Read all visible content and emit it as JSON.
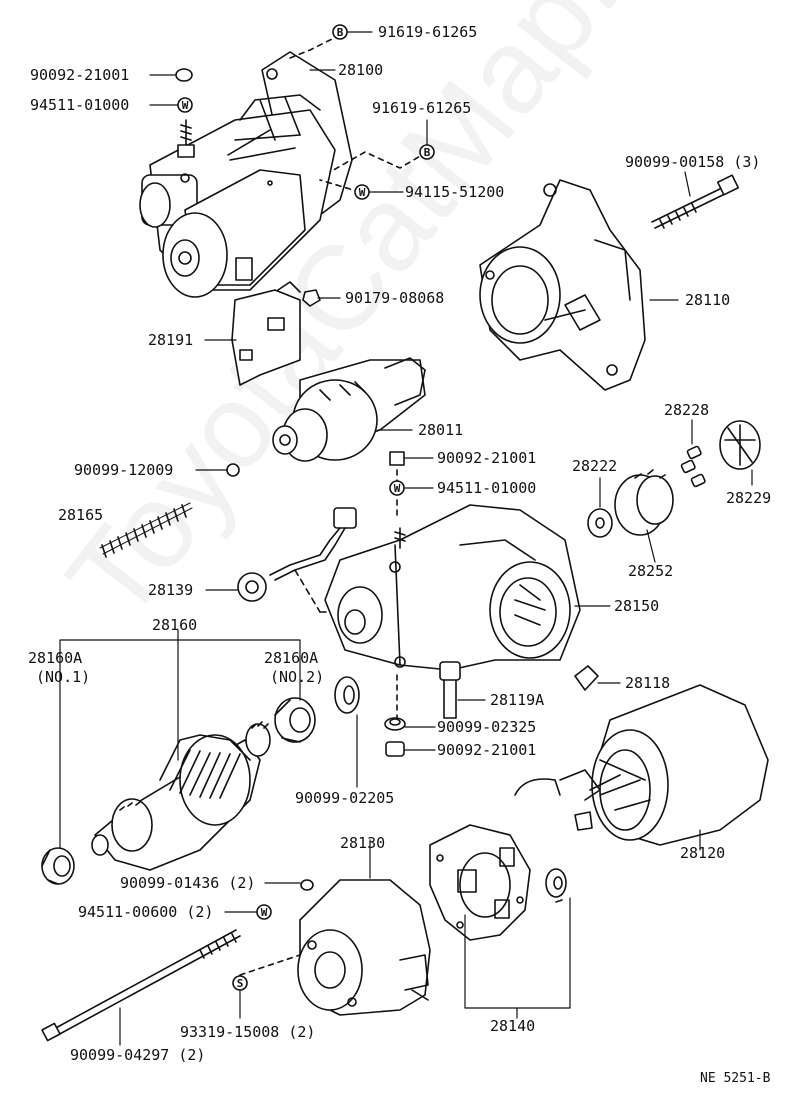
{
  "watermark": "ToyotaCatMap.ru",
  "footer_code": "NE 5251-B",
  "mark_letters": {
    "b": "B",
    "w": "W",
    "s": "S"
  },
  "labels": {
    "p91619_61265_top": "91619-61265",
    "p90092_21001_top": "90092-21001",
    "p28100": "28100",
    "p94511_01000_top": "94511-01000",
    "p91619_61265_mid": "91619-61265",
    "p90099_00158": "90099-00158 (3)",
    "p94115_51200": "94115-51200",
    "p28110": "28110",
    "p90179_08068": "90179-08068",
    "p28191": "28191",
    "p28011": "28011",
    "p28228": "28228",
    "p90092_21001_mid": "90092-21001",
    "p28222": "28222",
    "p90099_12009": "90099-12009",
    "p94511_01000_mid": "94511-01000",
    "p28229": "28229",
    "p28165": "28165",
    "p28252": "28252",
    "p28139": "28139",
    "p28150": "28150",
    "p28160": "28160",
    "p28160a_1": "28160A",
    "p28160a_1_note": "(NO.1)",
    "p28160a_2": "28160A",
    "p28160a_2_note": "(NO.2)",
    "p28118": "28118",
    "p28119a": "28119A",
    "p90099_02325": "90099-02325",
    "p90092_21001_low": "90092-21001",
    "p90099_02205": "90099-02205",
    "p28120": "28120",
    "p28130": "28130",
    "p90099_01436": "90099-01436 (2)",
    "p94511_00600": "94511-00600 (2)",
    "p93319_15008": "93319-15008 (2)",
    "p28140": "28140",
    "p90099_04297": "90099-04297 (2)"
  }
}
